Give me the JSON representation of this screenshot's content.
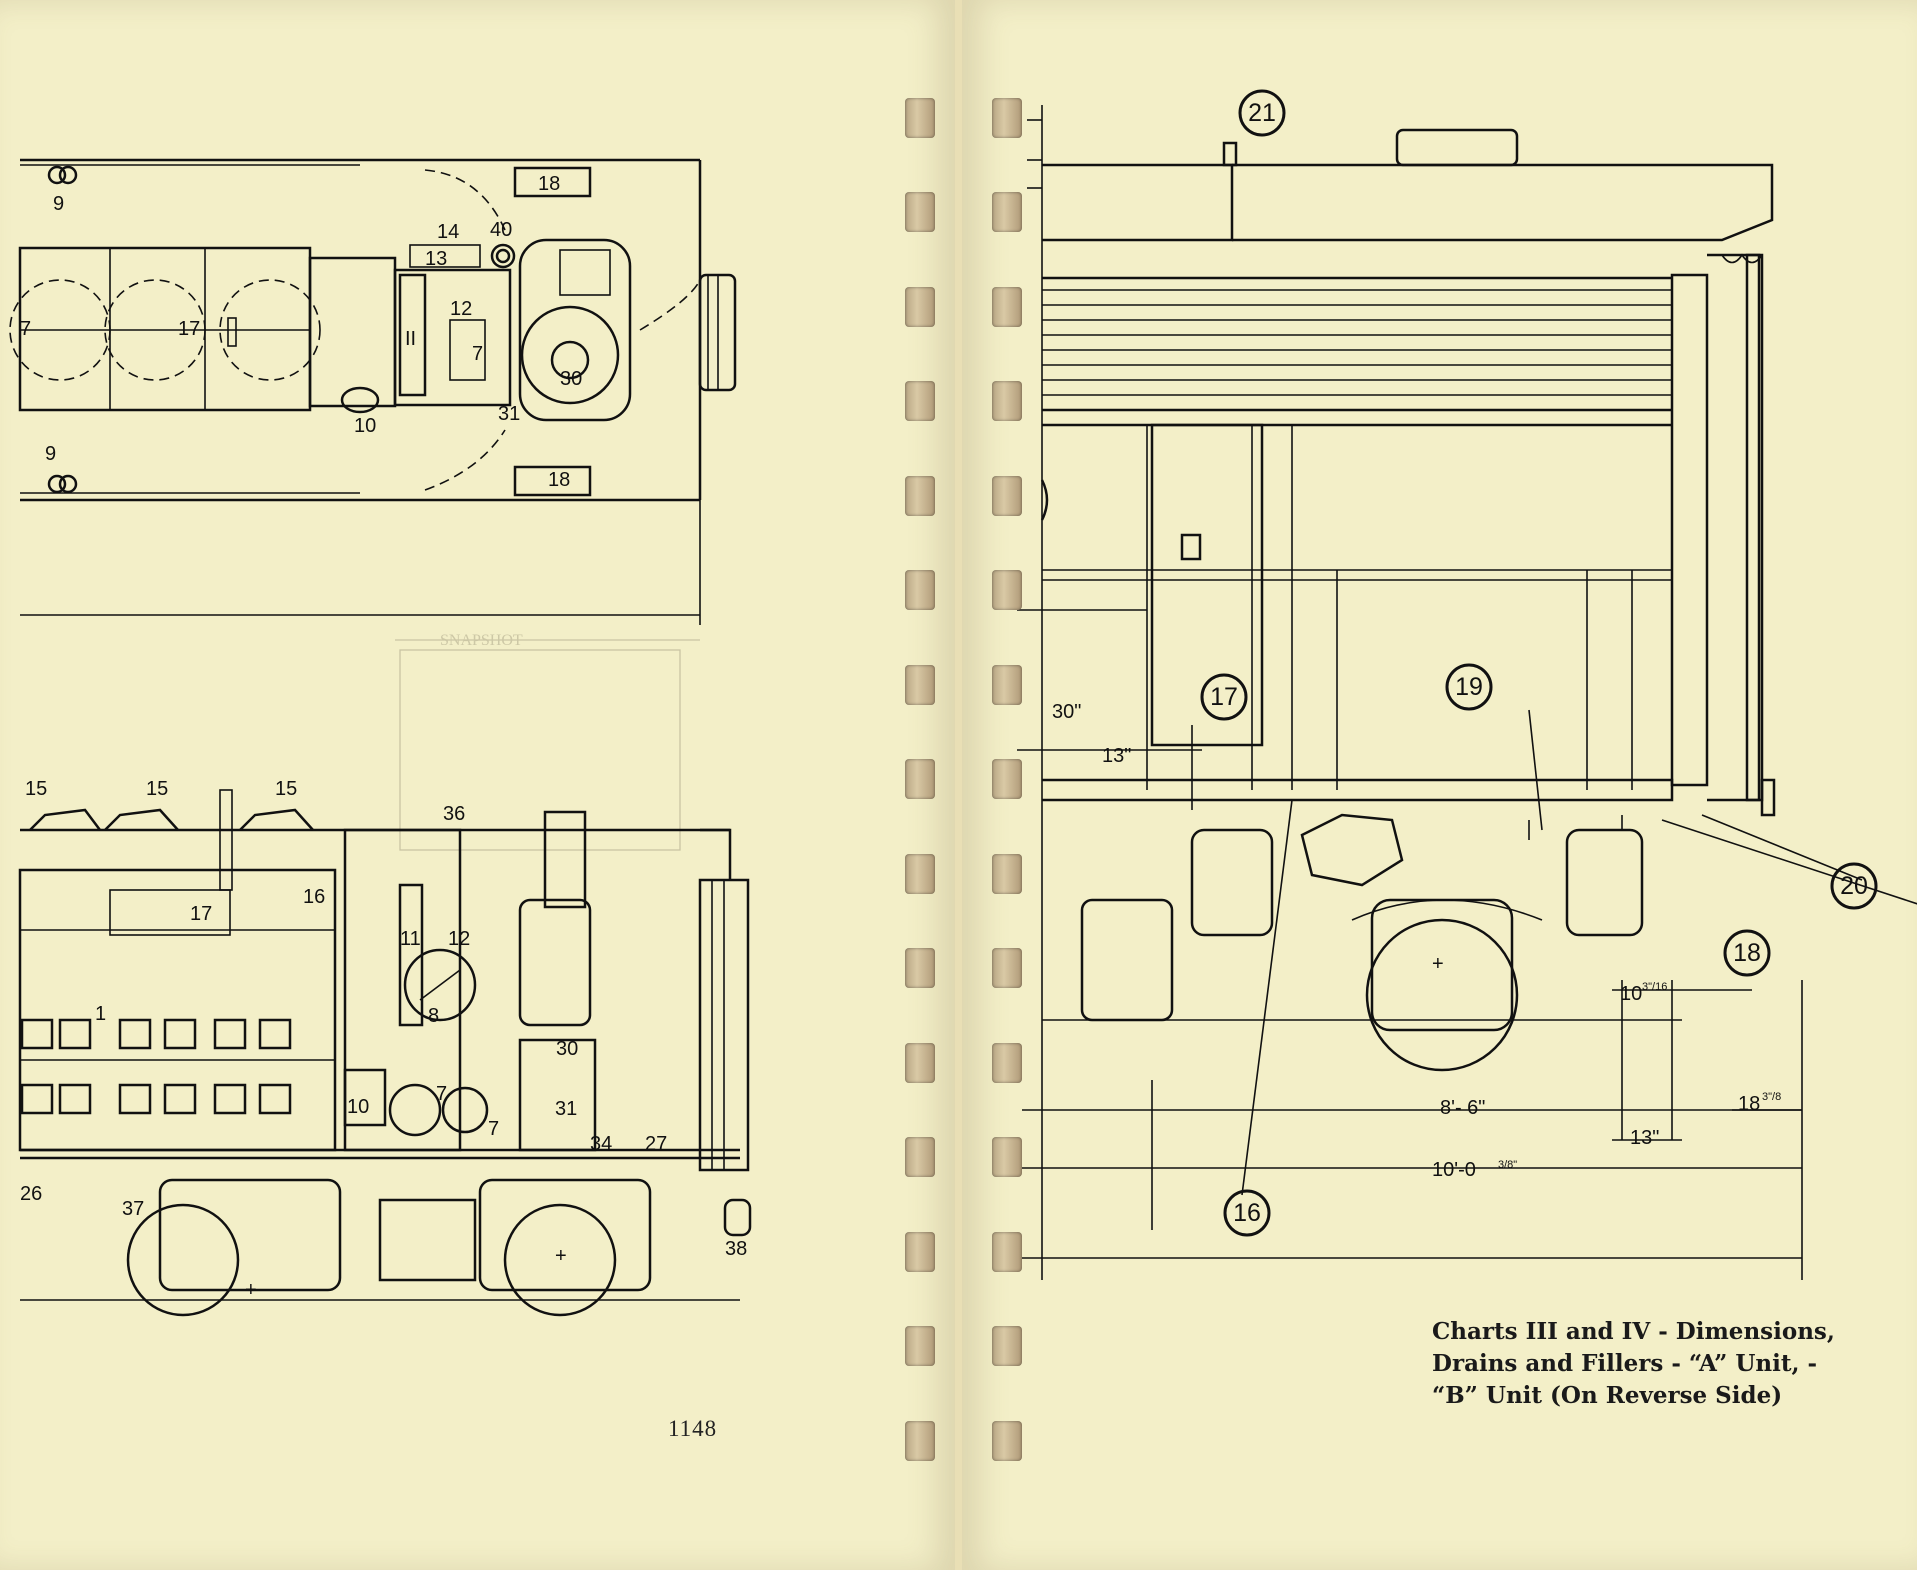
{
  "left_page": {
    "page_number": "1148",
    "top_view_labels": {
      "l9a": "9",
      "l18a": "18",
      "l14": "14",
      "l40": "40",
      "l13": "13",
      "l11c": "II",
      "l12": "12",
      "l17a": "17",
      "l7a": "7",
      "l7b": "7",
      "l30a": "30",
      "l10a": "10",
      "l31a": "31",
      "l9b": "9",
      "l18b": "18"
    },
    "side_view_labels": {
      "l15a": "15",
      "l15b": "15",
      "l15c": "15",
      "l36": "36",
      "l16": "16",
      "l17b": "17",
      "l11": "11",
      "l12b": "12",
      "l8": "8",
      "l1": "1",
      "l30b": "30",
      "l10b": "10",
      "l7c": "7",
      "l7d": "7",
      "l31b": "31",
      "l34": "34",
      "l27": "27",
      "l26": "26",
      "l37": "37",
      "l38": "38"
    }
  },
  "right_page": {
    "balloons": {
      "b21": "21",
      "b17": "17",
      "b19": "19",
      "b16": "16",
      "b18": "18",
      "b20": "20"
    },
    "dimensions": {
      "d30": "30\"",
      "d13a": "13\"",
      "d10": "10",
      "d10frac": "3\"/16",
      "d86": "8'- 6\"",
      "d1883": "18",
      "d18frac": "3\"/8",
      "d13b": "13\"",
      "d100": "10'-0",
      "d100frac": "3/8\""
    },
    "caption": {
      "line1": "Charts III and IV - Dimensions,",
      "line2": "Drains and Fillers - “A” Unit, -",
      "line3": "“B” Unit (On Reverse Side)"
    }
  },
  "colors": {
    "paper": "#f3efc8",
    "ink": "#111111",
    "bleed": "#cdc8a6"
  }
}
